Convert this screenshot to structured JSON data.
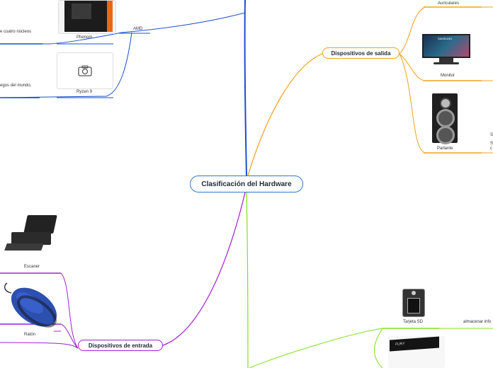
{
  "center": {
    "label": "Clasificación del Hardware"
  },
  "branches": {
    "output": {
      "label": "Dispositivos de salida",
      "color": "#f0a020"
    },
    "input": {
      "label": "Dispositivos de entrada",
      "color": "#a020d0"
    },
    "storage": {
      "color": "#80e020"
    },
    "processors": {
      "color": "#1a4fd0"
    }
  },
  "nodes": {
    "amd": "AMD",
    "phenom": "Phenom",
    "phenom_desc": "e cuatro núcleos",
    "ryzen": "Ryzen 9",
    "ryzen_desc": "egos del mundo,",
    "auriculares": "Auriculares",
    "monitor": "Monitor",
    "parlante": "Parlante",
    "parlante_note_1": "S",
    "parlante_note_2": "S",
    "parlante_note_3": "c",
    "escaner": "Escaner",
    "raton": "Ratón",
    "tarjeta_sd": "Tarjeta SD",
    "sd_desc": "almacenar info",
    "monitor_brand": "SAMSUNG",
    "ram_brand": "FURY"
  },
  "icons": {
    "ryzen_placeholder": "camera-icon"
  }
}
